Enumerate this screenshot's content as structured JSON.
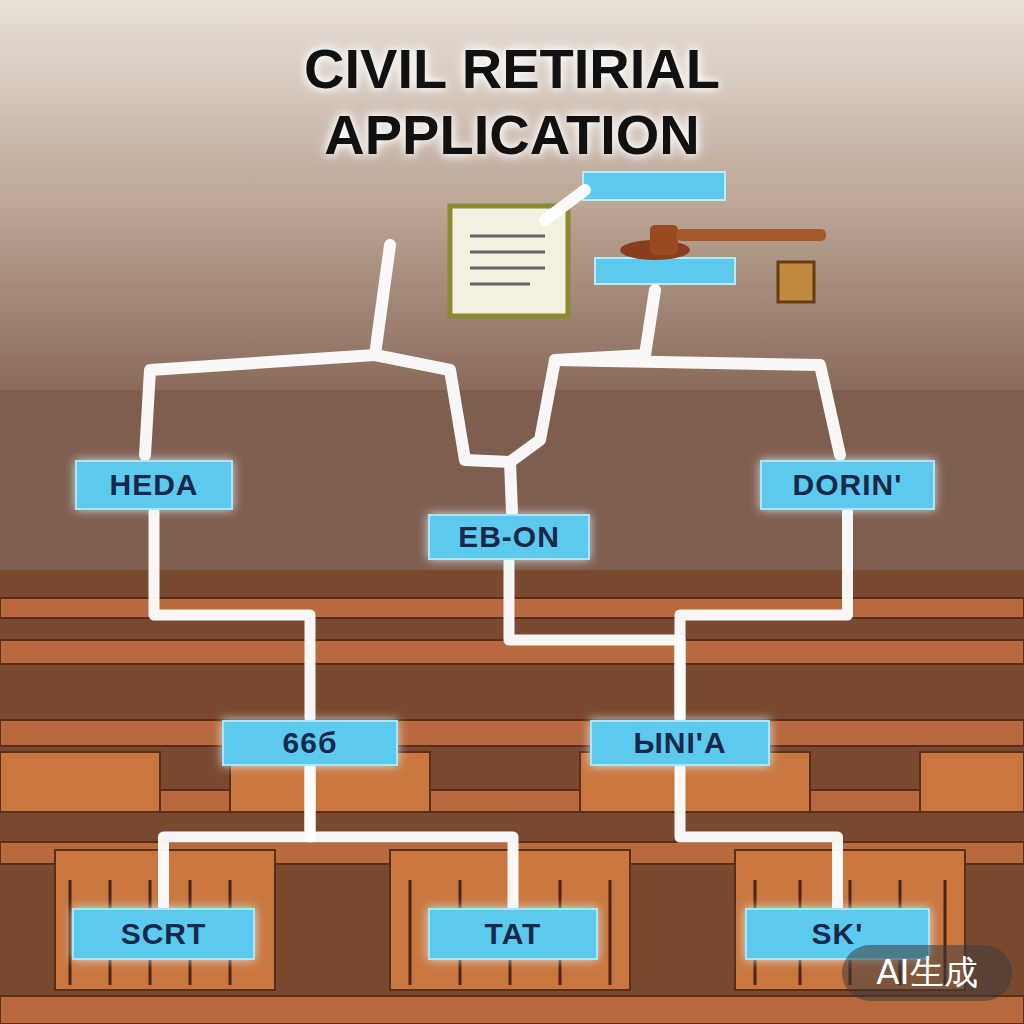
{
  "diagram": {
    "title": "CIVIL RETIRIAL APPLICATION",
    "nodes": [
      {
        "text": [
          "HEDA"
        ]
      },
      {
        "text": [
          "EB-ON"
        ]
      },
      {
        "text": [
          "DORIN'"
        ]
      },
      {
        "text": [
          "66б"
        ]
      },
      {
        "text": [
          "ЫNI'A"
        ]
      },
      {
        "text": [
          "SCRT"
        ]
      },
      {
        "text": [
          "TAT"
        ]
      },
      {
        "text": [
          "SK'"
        ]
      }
    ],
    "edges": [
      {
        "from": 0,
        "to": 3,
        "arrow": "none"
      },
      {
        "from": 1,
        "to": 4,
        "arrow": "none"
      },
      {
        "from": 2,
        "to": 4,
        "arrow": "none"
      },
      {
        "from": 3,
        "to": 5,
        "arrow": "none"
      },
      {
        "from": 3,
        "to": 6,
        "arrow": "none"
      },
      {
        "from": 4,
        "to": 7,
        "arrow": "none"
      }
    ],
    "labels": [
      "AI生成"
    ]
  }
}
